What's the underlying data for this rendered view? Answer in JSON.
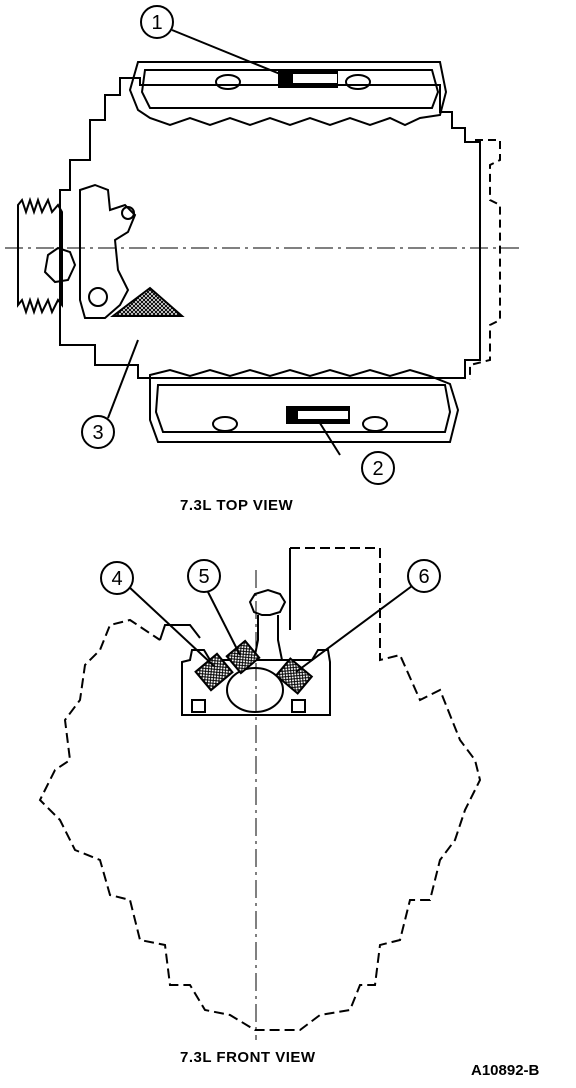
{
  "callouts": [
    "1",
    "2",
    "3",
    "4",
    "5",
    "6"
  ],
  "captions": {
    "top_view": "7.3L TOP VIEW",
    "front_view": "7.3L FRONT VIEW"
  },
  "figure_id": "A10892-B",
  "colors": {
    "ink": "#000000",
    "paper": "#ffffff"
  }
}
